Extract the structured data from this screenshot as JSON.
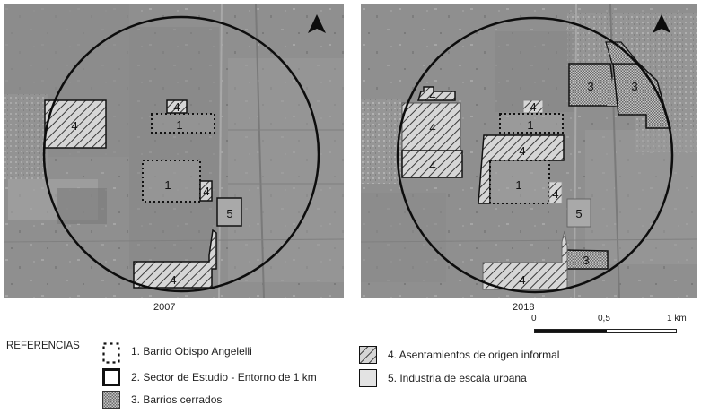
{
  "maps": [
    {
      "year": "2007",
      "polygons": [
        {
          "category": 4,
          "label": "4"
        },
        {
          "category": 4,
          "label": "4"
        },
        {
          "category": 1,
          "label": "1"
        },
        {
          "category": 1,
          "label": "1"
        },
        {
          "category": 4,
          "label": "4"
        },
        {
          "category": 5,
          "label": "5"
        },
        {
          "category": 4,
          "label": "4"
        }
      ]
    },
    {
      "year": "2018",
      "polygons": [
        {
          "category": 4,
          "label": "4"
        },
        {
          "category": 4,
          "label": "4"
        },
        {
          "category": 4,
          "label": "4"
        },
        {
          "category": 4,
          "label": "4"
        },
        {
          "category": 1,
          "label": "1"
        },
        {
          "category": 4,
          "label": "4"
        },
        {
          "category": 1,
          "label": "1"
        },
        {
          "category": 4,
          "label": "4"
        },
        {
          "category": 3,
          "label": "3"
        },
        {
          "category": 3,
          "label": "3"
        },
        {
          "category": 5,
          "label": "5"
        },
        {
          "category": 3,
          "label": "3"
        },
        {
          "category": 4,
          "label": "4"
        }
      ]
    }
  ],
  "scale_bar": {
    "labels": [
      "0",
      "0,5",
      "1 km"
    ]
  },
  "legend": {
    "title": "REFERENCIAS",
    "items": [
      {
        "id": 1,
        "label": "1. Barrio Obispo Angelelli",
        "symbol": "dotted-outline"
      },
      {
        "id": 2,
        "label": "2. Sector de Estudio - Entorno de 1 km",
        "symbol": "thick-outline"
      },
      {
        "id": 3,
        "label": "3. Barrios cerrados",
        "symbol": "stipple-fill"
      },
      {
        "id": 4,
        "label": "4. Asentamientos de origen informal",
        "symbol": "diagonal-hatch"
      },
      {
        "id": 5,
        "label": "5. Industria de escala urbana",
        "symbol": "light-gray-fill"
      }
    ]
  },
  "colors": {
    "imagery_base": "#8e8e8e",
    "outline": "#111111",
    "hatch_fill": "#d4d4d4",
    "stipple_fill": "#bdbdbd",
    "industry_fill": "#a9a9a9"
  }
}
